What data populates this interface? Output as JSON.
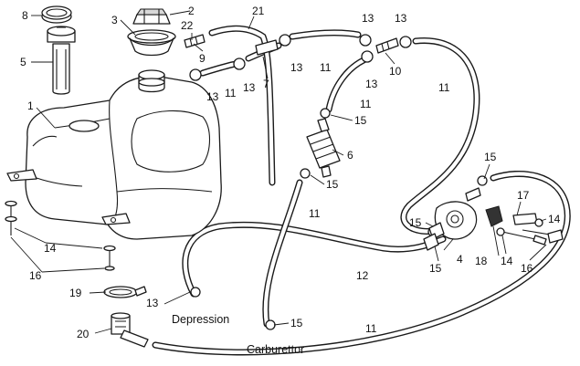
{
  "callouts": {
    "c1": "1",
    "c2": "2",
    "c3": "3",
    "c4": "4",
    "c5": "5",
    "c6": "6",
    "c7": "7",
    "c8": "8",
    "c9": "9",
    "c10": "10",
    "c11a": "11",
    "c11b": "11",
    "c11c": "11",
    "c11d": "11",
    "c11e": "11",
    "c11f": "11",
    "c12": "12",
    "c13a": "13",
    "c13b": "13",
    "c13c": "13",
    "c13d": "13",
    "c13e": "13",
    "c13f": "13",
    "c13g": "13",
    "c14a": "14",
    "c14b": "14",
    "c14c": "14",
    "c15a": "15",
    "c15b": "15",
    "c15c": "15",
    "c15d": "15",
    "c15e": "15",
    "c15f": "15",
    "c16a": "16",
    "c16b": "16",
    "c17": "17",
    "c18": "18",
    "c19": "19",
    "c20": "20",
    "c21": "21",
    "c22": "22"
  },
  "labels": {
    "depression": "Depression",
    "carburettor": "Carburettor"
  }
}
